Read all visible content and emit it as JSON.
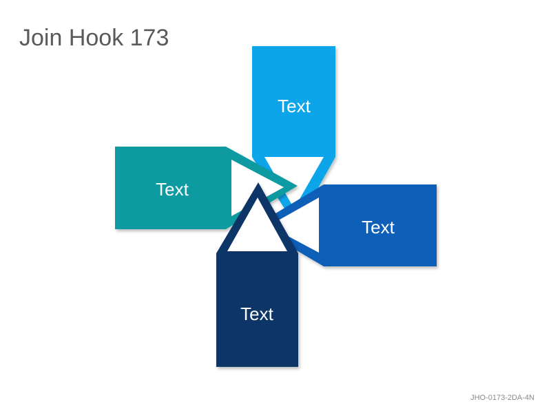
{
  "title": "Join Hook 173",
  "code": "JHO-0173-2DA-4N",
  "boxes": [
    {
      "label": "Text",
      "color": "#0ea5e9",
      "dark": "#0789d4"
    },
    {
      "label": "Text",
      "color": "#0b9aa0",
      "dark": "#077f86"
    },
    {
      "label": "Text",
      "color": "#0a5fb8",
      "dark": "#0752a3"
    },
    {
      "label": "Text",
      "color": "#0d3568",
      "dark": "#082851"
    }
  ]
}
